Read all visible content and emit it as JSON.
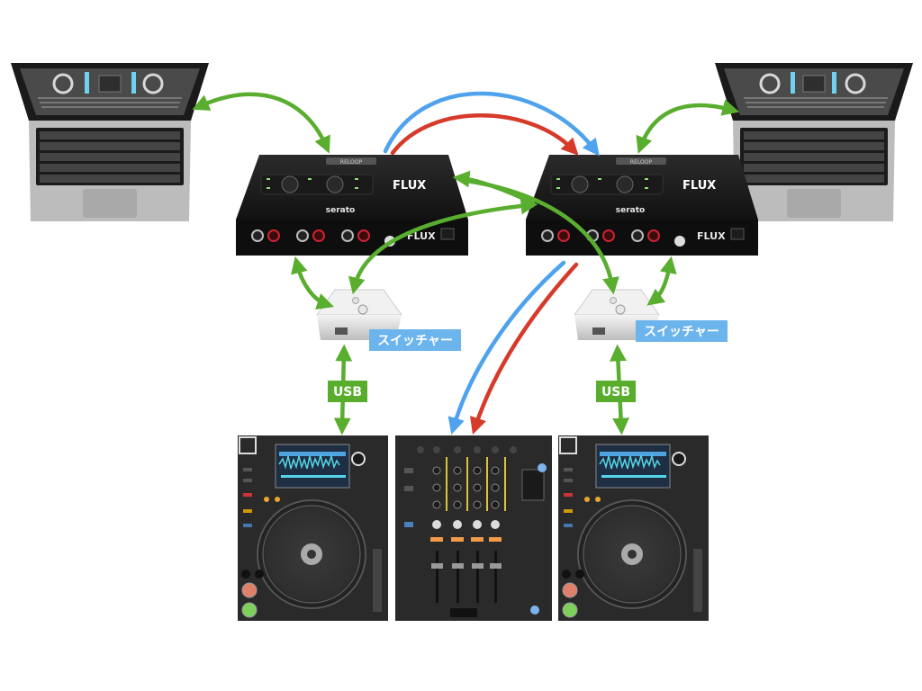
{
  "labels": {
    "switcher_left": "スイッチャー",
    "switcher_right": "スイッチャー",
    "usb_left": "USB",
    "usb_right": "USB"
  },
  "interface": {
    "brand": "serato",
    "model": "FLUX",
    "maker": "RELOOP"
  },
  "colors": {
    "green": "#5aae2f",
    "blue": "#4ea2ee",
    "red": "#d63a2a",
    "label_bg": "#6cb4ec",
    "usb_bg": "#58ad2c"
  }
}
